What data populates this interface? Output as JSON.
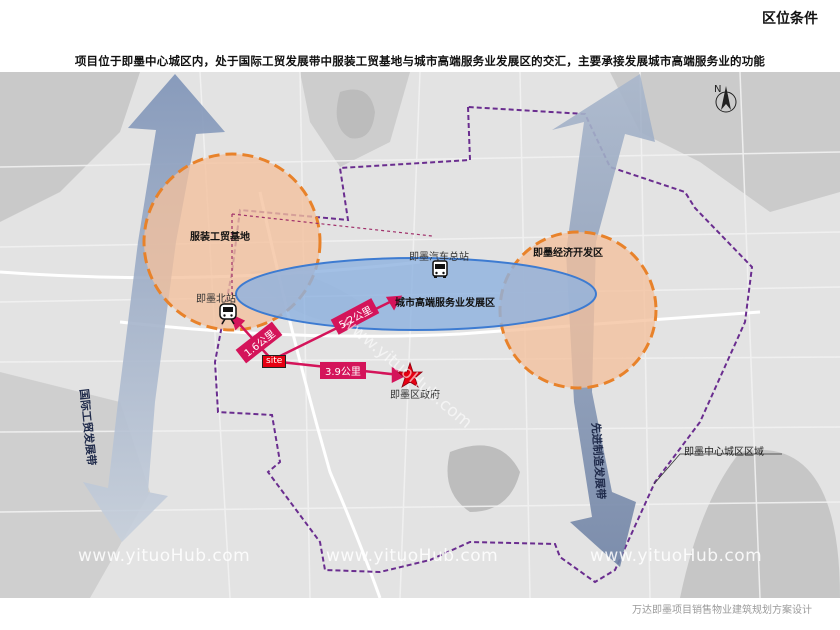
{
  "header": {
    "title": "区位条件",
    "subtitle": "项目位于即墨中心城区内，处于国际工贸发展带中服装工贸基地与城市高端服务业发展区的交汇，主要承接发展城市高端服务业的功能"
  },
  "map": {
    "zones": {
      "garment_base": "服装工贸基地",
      "econ_dev_zone": "即墨经济开发区",
      "service_zone": "城市高端服务业发展区",
      "central_district": "即墨中心城区区域"
    },
    "places": {
      "bus_station": "即墨汽车总站",
      "north_station": "即墨北站",
      "gov": "即墨区政府",
      "site": "site"
    },
    "distances": {
      "d1": "1.6公里",
      "d2": "5.2公里",
      "d3": "3.9公里"
    },
    "bands": {
      "west": "国际工贸发展带",
      "east": "先进制造发展带"
    },
    "north_label": "N",
    "watermark": "www.yituoHub.com",
    "watermark_diag": "www.yituoHub.com",
    "colors": {
      "circle_fill": "#f4c09c",
      "circle_stroke": "#e8822a",
      "ellipse_fill": "#8fb2df",
      "ellipse_stroke": "#3d7bd1",
      "boundary": "#6a2d8f",
      "distance_line": "#d4145a",
      "arrow": "#6b7fa3"
    },
    "icons": [
      "bus-icon",
      "train-icon",
      "star-icon",
      "north-arrow-icon"
    ]
  },
  "footer": {
    "caption": "万达即墨项目销售物业建筑规划方案设计"
  }
}
